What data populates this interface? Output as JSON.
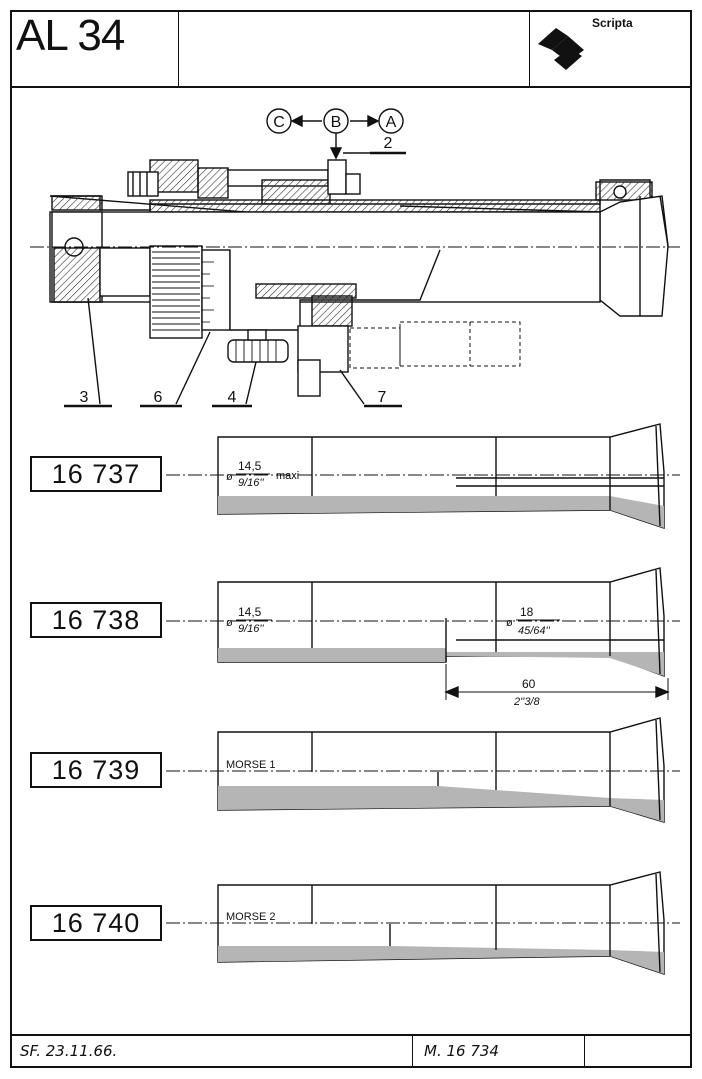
{
  "header": {
    "code": "AL 34",
    "brand": "Scripta"
  },
  "footer": {
    "left_note": "SF. 23.11.66.",
    "ref": "M. 16 734"
  },
  "assembly": {
    "positions": [
      "C",
      "B",
      "A"
    ],
    "callouts": [
      "2",
      "3",
      "6",
      "4",
      "7"
    ]
  },
  "parts": [
    {
      "number": "16 737",
      "dim_main": "14,5",
      "dim_sub": "9/16''",
      "dim_note": "maxi"
    },
    {
      "number": "16 738",
      "dim_main": "14,5",
      "dim_sub": "9/16''",
      "dim2_main": "18",
      "dim2_sub": "45/64''",
      "length_main": "60",
      "length_sub": "2''3/8"
    },
    {
      "number": "16 739",
      "taper": "MORSE 1"
    },
    {
      "number": "16 740",
      "taper": "MORSE 2"
    }
  ],
  "diameter_symbol": "ø",
  "colors": {
    "ink": "#111111",
    "hatch": "#9a9a9a",
    "shade": "#b5b5b5"
  }
}
